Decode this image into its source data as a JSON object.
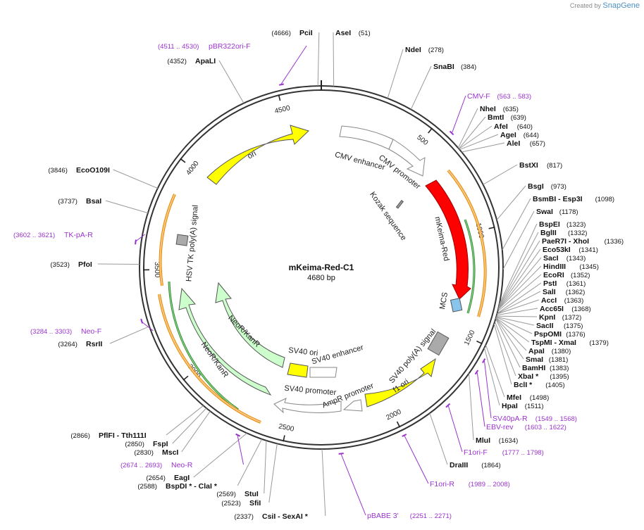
{
  "credit": {
    "created_by": "Created by",
    "brand": "SnapGene"
  },
  "plasmid": {
    "name": "mKeima-Red-C1",
    "size_label": "4680 bp",
    "length": 4680
  },
  "colors": {
    "primer": "#9a33cc",
    "ori": "#ffff00",
    "feature": "#ff0000",
    "marker": "#ccffcc",
    "promoter": "#ffffff",
    "frame": "#333333"
  },
  "ticks": [
    {
      "pos": 500,
      "label": "500"
    },
    {
      "pos": 1000,
      "label": "1000"
    },
    {
      "pos": 1500,
      "label": "1500"
    },
    {
      "pos": 2000,
      "label": "2000"
    },
    {
      "pos": 2500,
      "label": "2500"
    },
    {
      "pos": 3000,
      "label": "3000"
    },
    {
      "pos": 3500,
      "label": "3500"
    },
    {
      "pos": 4000,
      "label": "4000"
    },
    {
      "pos": 4500,
      "label": "4500"
    }
  ],
  "sites": [
    {
      "pos": 51,
      "name": "AseI",
      "coord": "(51)"
    },
    {
      "pos": 278,
      "name": "NdeI",
      "coord": "(278)"
    },
    {
      "pos": 384,
      "name": "SnaBI",
      "coord": "(384)"
    },
    {
      "pos": 635,
      "name": "NheI",
      "coord": "(635)"
    },
    {
      "pos": 639,
      "name": "BmtI",
      "coord": "(639)"
    },
    {
      "pos": 640,
      "name": "AfeI",
      "coord": "(640)"
    },
    {
      "pos": 644,
      "name": "AgeI",
      "coord": "(644)"
    },
    {
      "pos": 657,
      "name": "AleI",
      "coord": "(657)"
    },
    {
      "pos": 817,
      "name": "BstXI",
      "coord": "(817)"
    },
    {
      "pos": 973,
      "name": "BsgI",
      "coord": "(973)"
    },
    {
      "pos": 1098,
      "name": "BsmBI - Esp3I",
      "coord": "(1098)"
    },
    {
      "pos": 1178,
      "name": "SwaI",
      "coord": "(1178)"
    },
    {
      "pos": 1323,
      "name": "BspEI",
      "coord": "(1323)"
    },
    {
      "pos": 1332,
      "name": "BglII",
      "coord": "(1332)"
    },
    {
      "pos": 1336,
      "name": "PaeR7I - XhoI",
      "coord": "(1336)"
    },
    {
      "pos": 1341,
      "name": "Eco53kI",
      "coord": "(1341)"
    },
    {
      "pos": 1343,
      "name": "SacI",
      "coord": "(1343)"
    },
    {
      "pos": 1345,
      "name": "HindIII",
      "coord": "(1345)"
    },
    {
      "pos": 1352,
      "name": "EcoRI",
      "coord": "(1352)"
    },
    {
      "pos": 1361,
      "name": "PstI",
      "coord": "(1361)"
    },
    {
      "pos": 1362,
      "name": "SalI",
      "coord": "(1362)"
    },
    {
      "pos": 1363,
      "name": "AccI",
      "coord": "(1363)"
    },
    {
      "pos": 1368,
      "name": "Acc65I",
      "coord": "(1368)"
    },
    {
      "pos": 1372,
      "name": "KpnI",
      "coord": "(1372)"
    },
    {
      "pos": 1375,
      "name": "SacII",
      "coord": "(1375)"
    },
    {
      "pos": 1376,
      "name": "PspOMI",
      "coord": "(1376)"
    },
    {
      "pos": 1379,
      "name": "TspMI - XmaI",
      "coord": "(1379)"
    },
    {
      "pos": 1380,
      "name": "ApaI",
      "coord": "(1380)"
    },
    {
      "pos": 1381,
      "name": "SmaI",
      "coord": "(1381)"
    },
    {
      "pos": 1383,
      "name": "BamHI",
      "coord": "(1383)"
    },
    {
      "pos": 1395,
      "name": "XbaI *",
      "coord": "(1395)"
    },
    {
      "pos": 1405,
      "name": "BclI *",
      "coord": "(1405)"
    },
    {
      "pos": 1498,
      "name": "MfeI",
      "coord": "(1498)"
    },
    {
      "pos": 1511,
      "name": "HpaI",
      "coord": "(1511)"
    },
    {
      "pos": 1634,
      "name": "MluI",
      "coord": "(1634)"
    },
    {
      "pos": 1864,
      "name": "DraIII",
      "coord": "(1864)"
    },
    {
      "pos": 2337,
      "name": "CsiI - SexAI *",
      "coord": "(2337)"
    },
    {
      "pos": 2523,
      "name": "SfiI",
      "coord": "(2523)"
    },
    {
      "pos": 2569,
      "name": "StuI",
      "coord": "(2569)"
    },
    {
      "pos": 2588,
      "name": "BspDI * - ClaI *",
      "coord": "(2588)"
    },
    {
      "pos": 2654,
      "name": "EagI",
      "coord": "(2654)"
    },
    {
      "pos": 2830,
      "name": "MscI",
      "coord": "(2830)"
    },
    {
      "pos": 2850,
      "name": "FspI",
      "coord": "(2850)"
    },
    {
      "pos": 2866,
      "name": "PflFI - Tth111I",
      "coord": "(2866)"
    },
    {
      "pos": 3264,
      "name": "RsrII",
      "coord": "(3264)"
    },
    {
      "pos": 3523,
      "name": "PfoI",
      "coord": "(3523)"
    },
    {
      "pos": 3737,
      "name": "BsaI",
      "coord": "(3737)"
    },
    {
      "pos": 3846,
      "name": "EcoO109I",
      "coord": "(3846)"
    },
    {
      "pos": 4352,
      "name": "ApaLI",
      "coord": "(4352)"
    },
    {
      "pos": 4666,
      "name": "PciI",
      "coord": "(4666)"
    }
  ],
  "primers": [
    {
      "start": 563,
      "end": 583,
      "name": "CMV-F",
      "coord": "(563 .. 583)"
    },
    {
      "start": 1549,
      "end": 1568,
      "name": "SV40pA-R",
      "coord": "(1549 .. 1568)"
    },
    {
      "start": 1603,
      "end": 1622,
      "name": "EBV-rev",
      "coord": "(1603 .. 1622)"
    },
    {
      "start": 1777,
      "end": 1798,
      "name": "F1ori-F",
      "coord": "(1777 .. 1798)"
    },
    {
      "start": 1989,
      "end": 2008,
      "name": "F1ori-R",
      "coord": "(1989 .. 2008)"
    },
    {
      "start": 2251,
      "end": 2271,
      "name": "pBABE 3'",
      "coord": "(2251 .. 2271)"
    },
    {
      "start": 2674,
      "end": 2693,
      "name": "Neo-R",
      "coord": "(2674 .. 2693)"
    },
    {
      "start": 3284,
      "end": 3303,
      "name": "Neo-F",
      "coord": "(3284 .. 3303)"
    },
    {
      "start": 3602,
      "end": 3621,
      "name": "TK-pA-R",
      "coord": "(3602 .. 3621)"
    },
    {
      "start": 4511,
      "end": 4530,
      "name": "pBR322ori-F",
      "coord": "(4511 .. 4530)"
    }
  ],
  "features": [
    {
      "name": "ori",
      "kind": "ori"
    },
    {
      "name": "CMV enhancer",
      "kind": "enhancer"
    },
    {
      "name": "CMV promoter",
      "kind": "promoter"
    },
    {
      "name": "Kozak sequence",
      "kind": "misc"
    },
    {
      "name": "mKeima-Red",
      "kind": "cds"
    },
    {
      "name": "MCS",
      "kind": "misc"
    },
    {
      "name": "SV40 poly(A) signal",
      "kind": "polyA"
    },
    {
      "name": "f1 ori",
      "kind": "ori"
    },
    {
      "name": "AmpR promoter",
      "kind": "promoter"
    },
    {
      "name": "SV40 promoter",
      "kind": "promoter"
    },
    {
      "name": "SV40 enhancer",
      "kind": "enhancer"
    },
    {
      "name": "SV40 ori",
      "kind": "ori"
    },
    {
      "name": "NeoR/KanR",
      "kind": "marker"
    },
    {
      "name": "NeoR/KanR",
      "kind": "marker"
    },
    {
      "name": "HSV TK poly(A) signal",
      "kind": "polyA"
    }
  ]
}
